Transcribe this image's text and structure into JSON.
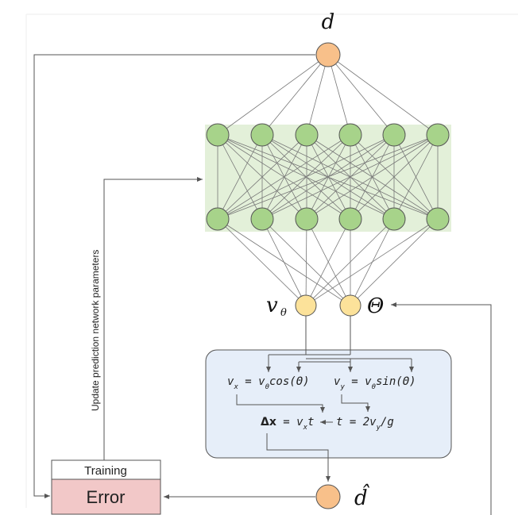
{
  "nodes": {
    "output": "d",
    "velocity": "v",
    "velocity_sub": "θ",
    "angle": "Θ",
    "prediction": "d̂"
  },
  "equations": {
    "vx_lhs": "v",
    "vx_sub": "x",
    "vx_eq": " = v",
    "vx_eq_sub": "θ",
    "vx_rhs": "cos(Θ)",
    "vy_lhs": "v",
    "vy_sub": "y",
    "vy_eq": " = v",
    "vy_eq_sub": "θ",
    "vy_rhs": "sin(Θ)",
    "dx_lhs": "Δx",
    "dx_eq": " = v",
    "dx_sub": "x",
    "dx_rhs": "t",
    "t_lhs": "t = 2v",
    "t_sub": "y",
    "t_rhs": "/g"
  },
  "training_box": {
    "header": "Training",
    "body": "Error"
  },
  "feedback_label": "Update prediction network parameters",
  "colors": {
    "output_node": "#f8c08a",
    "input_node": "#fce29a",
    "hidden_node": "#a7d38a",
    "hidden_band": "#e3f0d9",
    "physics_box": "#e6eef9",
    "error_box": "#f2c8c8"
  }
}
